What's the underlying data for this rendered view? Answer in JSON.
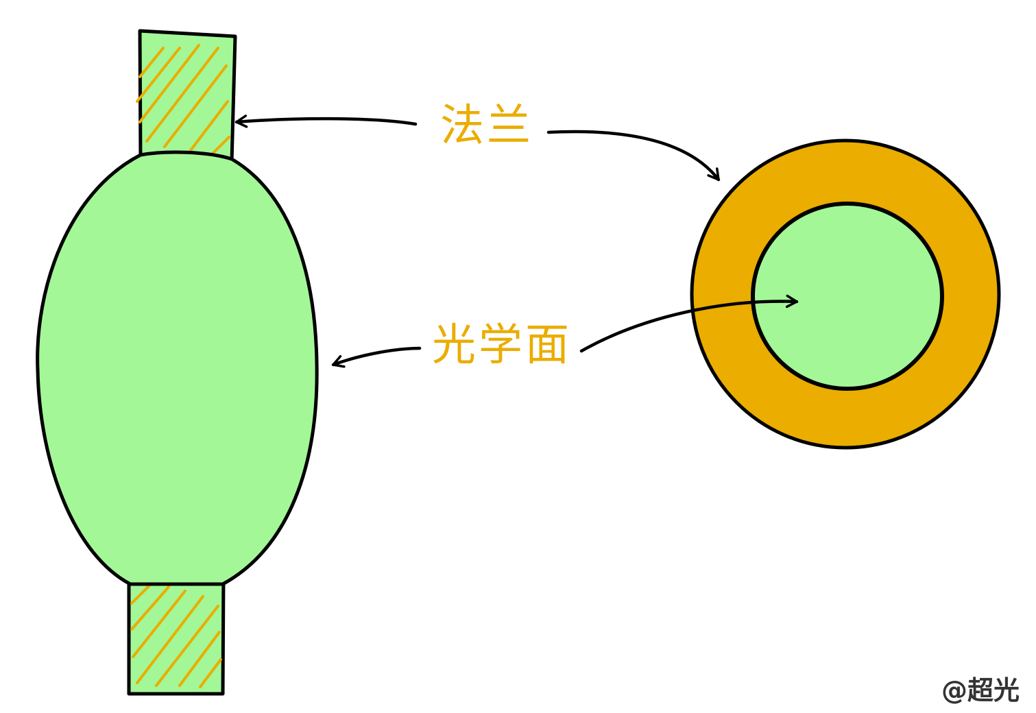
{
  "labels": {
    "flange": "法兰",
    "optical_surface": "光学面"
  },
  "watermark": "@超光",
  "colors": {
    "lens_fill": "#a3f797",
    "flange_ring": "#eaad00",
    "label_text": "#eaad00",
    "outline": "#000000",
    "hatch": "#eaad00"
  }
}
